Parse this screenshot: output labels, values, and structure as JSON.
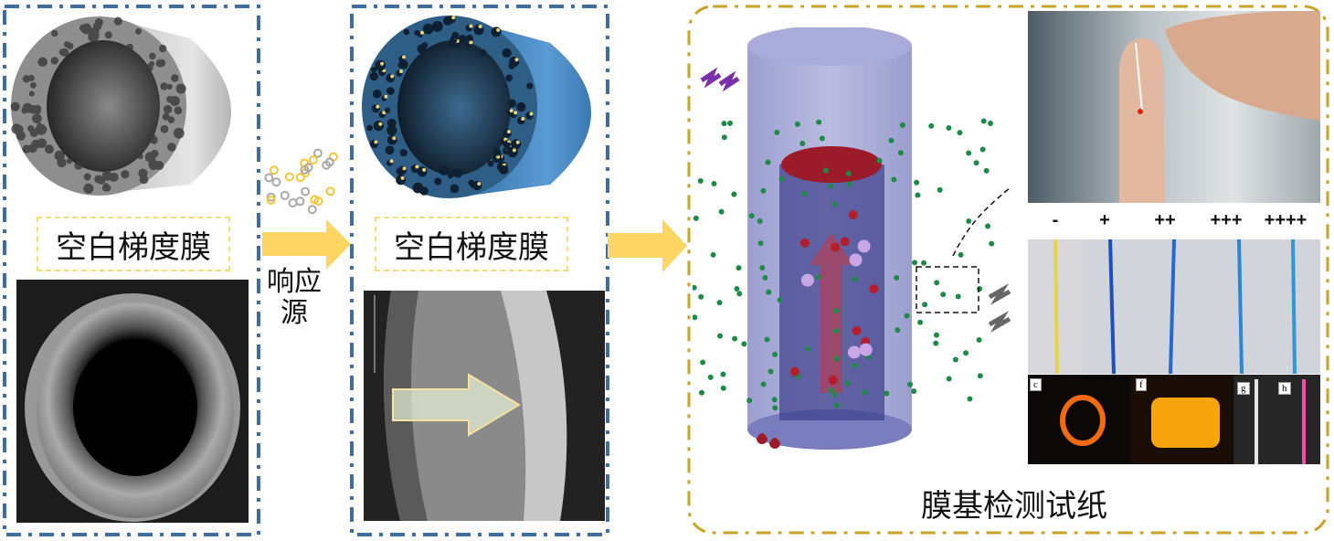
{
  "panel_blank": {
    "label": "空白梯度膜"
  },
  "transition": {
    "label_line1": "响应",
    "label_line2": "源"
  },
  "panel_loaded": {
    "label": "空白梯度膜"
  },
  "panel_detection": {
    "title": "膜基检测试纸",
    "strip_levels": [
      "-",
      "+",
      "++",
      "+++",
      "++++"
    ],
    "fluorescence_tags": [
      "c",
      "f",
      "g",
      "h"
    ]
  },
  "colors": {
    "blue_border": "#3f6e9e",
    "gold_border": "#c9a227",
    "arrow": "#fdd663",
    "label_border": "#f7dc7a"
  }
}
